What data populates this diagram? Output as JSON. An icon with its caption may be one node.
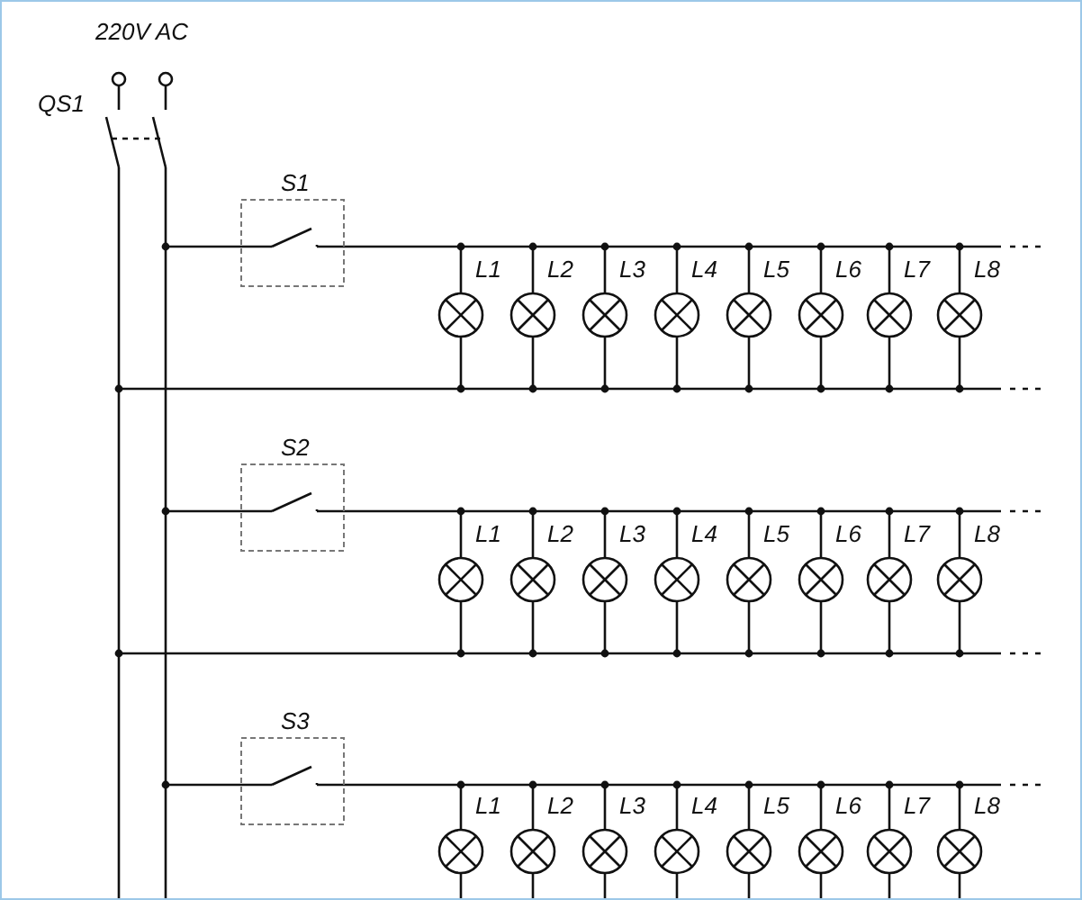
{
  "diagram": {
    "labels": [
      "220V AC",
      "QS1",
      "S1",
      "L1",
      "L2",
      "L3",
      "L4",
      "L5",
      "L6",
      "L7",
      "L8",
      "S2",
      "L1",
      "L2",
      "L3",
      "L4",
      "L5",
      "L6",
      "L7",
      "L8",
      "S3",
      "L1",
      "L2",
      "L3",
      "L4",
      "L5",
      "L6",
      "L7",
      "L8"
    ]
  }
}
